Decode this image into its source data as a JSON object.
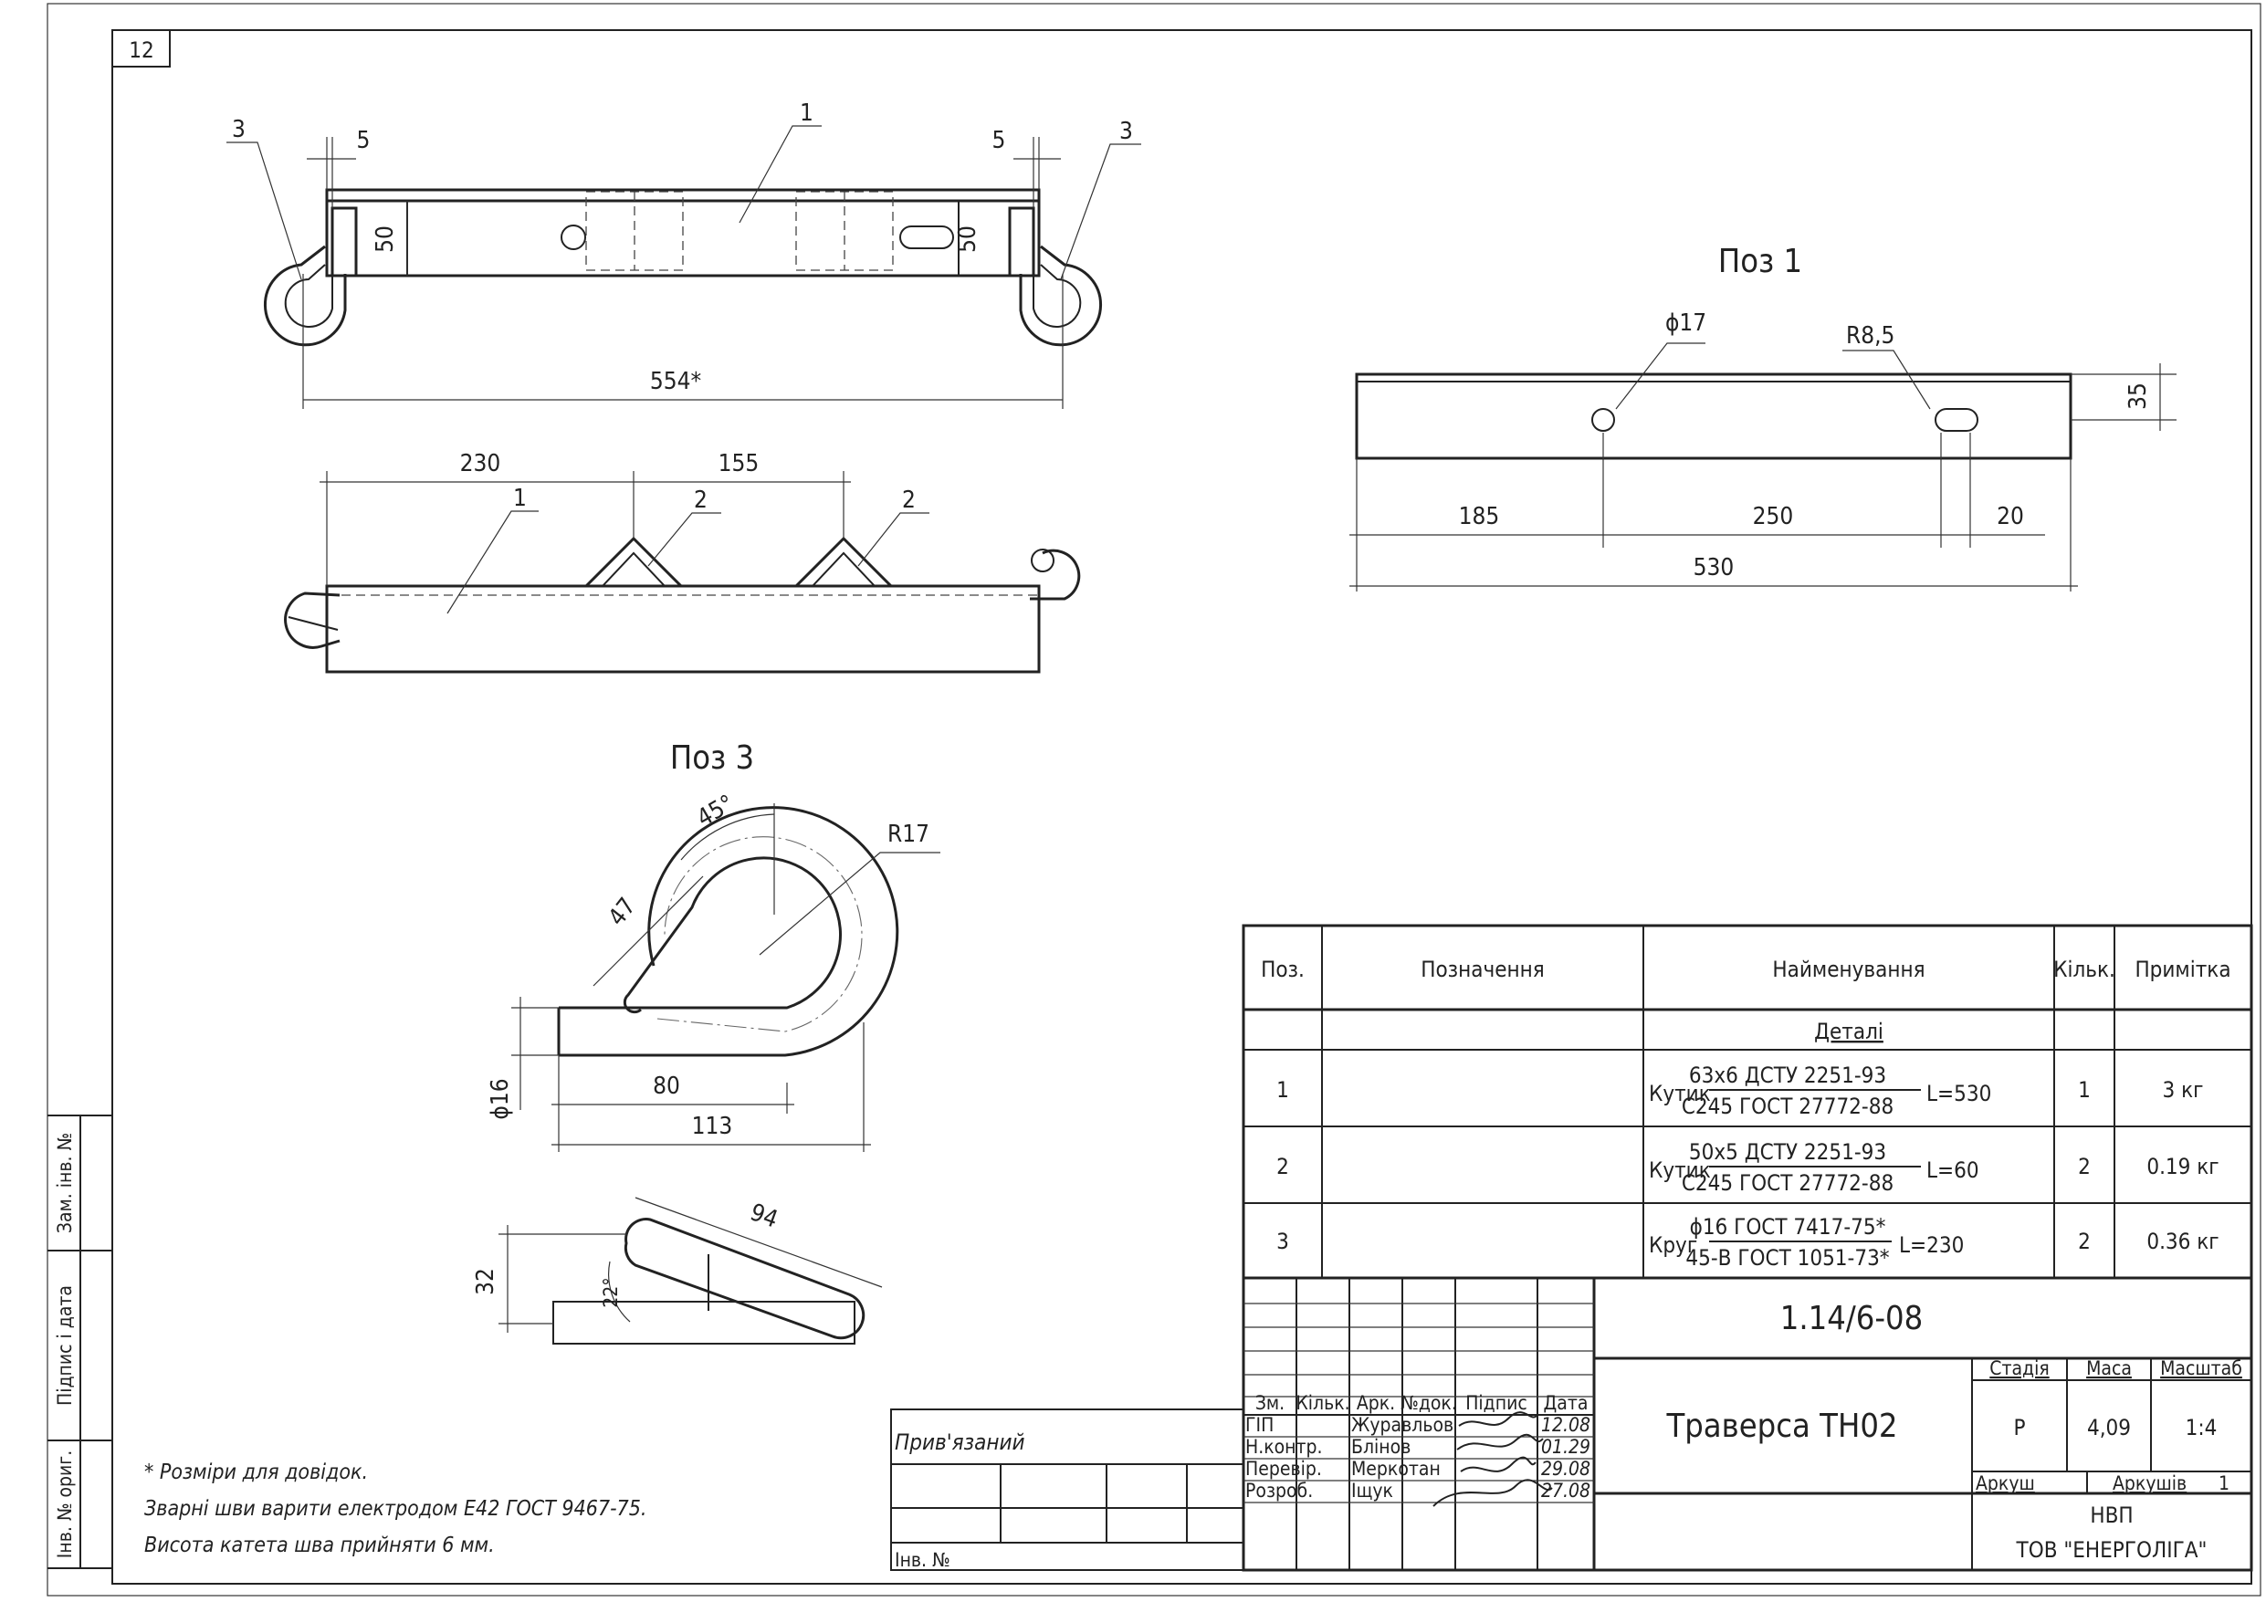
{
  "sheet": {
    "number": "12"
  },
  "labels": {
    "poz1": "Поз 1",
    "poz3": "Поз 3"
  },
  "views": {
    "front": {
      "dim_total": "554*",
      "dim_left_gap": "5",
      "dim_right_gap": "5",
      "dim_left_height": "50",
      "dim_right_height": "50",
      "leaders": {
        "part1": "1",
        "part3_left": "3",
        "part3_right": "3"
      }
    },
    "top": {
      "dim_a": "230",
      "dim_b": "155",
      "leaders": {
        "part1": "1",
        "part2_a": "2",
        "part2_b": "2"
      }
    },
    "poz1": {
      "hole": "ϕ17",
      "slot": "R8,5",
      "height": "35",
      "d1": "185",
      "d2": "250",
      "d3": "20",
      "total": "530"
    },
    "poz3": {
      "angle": "45°",
      "radius": "R17",
      "leg": "47",
      "diam": "ϕ16",
      "len80": "80",
      "len113": "113",
      "len94": "94",
      "h32": "32",
      "angle22": "22°"
    }
  },
  "notes": [
    "* Розміри для довідок.",
    "Зварні шви варити електродом Е42 ГОСТ 9467-75.",
    "Висота катета шва прийняти 6 мм."
  ],
  "side_stamp": {
    "zam_inv": "Зам. інв. №",
    "pidpys_data": "Підпис і дата",
    "inv_oryg": "Інв. № ориг."
  },
  "bind_block": {
    "pryvyazanyi": "Прив'язаний",
    "inv_no": "Інв. №"
  },
  "spec": {
    "headers": {
      "pos": "Поз.",
      "designation": "Позначення",
      "name": "Найменування",
      "qty": "Кільк.",
      "note": "Примітка"
    },
    "section": "Деталі",
    "rows": [
      {
        "pos": "1",
        "prefix": "Кутик",
        "top": "63х6 ДСТУ 2251-93",
        "bottom": "С245 ГОСТ 27772-88",
        "suffix": "L=530",
        "qty": "1",
        "note": "3 кг"
      },
      {
        "pos": "2",
        "prefix": "Кутик",
        "top": "50х5 ДСТУ 2251-93",
        "bottom": "С245 ГОСТ 27772-88",
        "suffix": "L=60",
        "qty": "2",
        "note": "0.19 кг"
      },
      {
        "pos": "3",
        "prefix": "Круг",
        "top": "ϕ16 ГОСТ 7417-75*",
        "bottom": "45-В ГОСТ 1051-73*",
        "suffix": "L=230",
        "qty": "2",
        "note": "0.36 кг"
      }
    ]
  },
  "title_block": {
    "doc_number": "1.14/6-08",
    "title": "Траверса ТН02",
    "col_headers": {
      "zm": "Зм.",
      "kilk": "Кільк.",
      "ark": "Арк.",
      "ndok": "№док.",
      "pidpys": "Підпис",
      "data": "Дата"
    },
    "roles": [
      {
        "role": "ГІП",
        "name": "Журавльов",
        "date": "12.08"
      },
      {
        "role": "Н.контр.",
        "name": "Блінов",
        "date": "01.29"
      },
      {
        "role": "Перевір.",
        "name": "Меркотан",
        "date": "29.08"
      },
      {
        "role": "Розроб.",
        "name": "Іщук",
        "date": "27.08"
      }
    ],
    "stage_label": "Стадія",
    "mass_label": "Маса",
    "scale_label": "Масштаб",
    "stage": "Р",
    "mass": "4,09",
    "scale": "1:4",
    "sheet_label": "Аркуш",
    "sheets_label": "Аркушів",
    "sheets": "1",
    "org_line1": "НВП",
    "org_line2": "ТОВ \"ЕНЕРГОЛІГА\""
  }
}
